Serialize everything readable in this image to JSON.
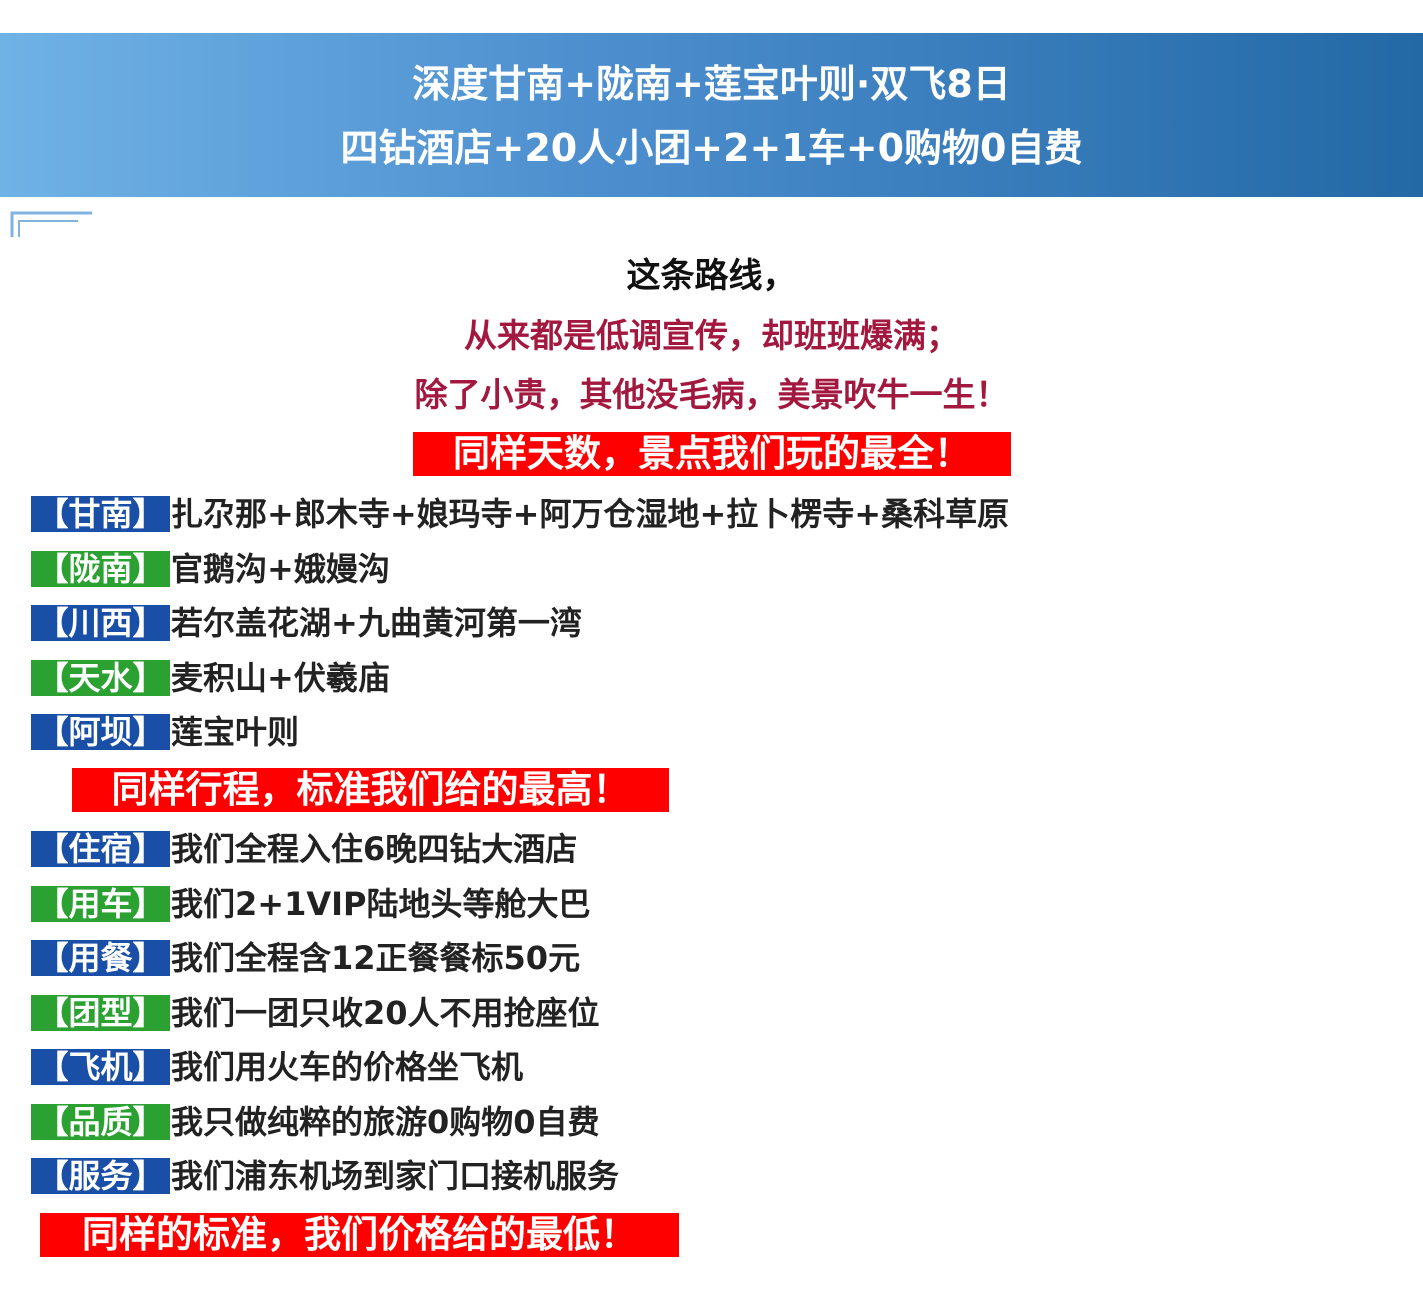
{
  "banner": {
    "title": "深度甘南+陇南+莲宝叶则·双飞8日",
    "subtitle": "四钻酒店+20人小团+2+1车+0购物0自费"
  },
  "intro": {
    "line1": "这条路线，",
    "line2": "从来都是低调宣传，却班班爆满；",
    "line3": "除了小贵，其他没毛病，美景吹牛一生！"
  },
  "highlights": {
    "h1": "同样天数，景点我们玩的最全！",
    "h2": "同样行程，标准我们给的最高！",
    "h3": "同样的标准，我们价格给的最低！"
  },
  "colors": {
    "tag_blue": "#1a4fa8",
    "tag_green": "#2aa131",
    "highlight_red": "#ff0000",
    "intro_red": "#a3183e"
  },
  "spots": [
    {
      "tag": "【甘南】",
      "text": "扎尕那+郎木寺+娘玛寺+阿万仓湿地+拉卜楞寺+桑科草原",
      "color": "blue"
    },
    {
      "tag": "【陇南】",
      "text": "官鹅沟+娥嫚沟",
      "color": "green"
    },
    {
      "tag": "【川西】",
      "text": "若尔盖花湖+九曲黄河第一湾",
      "color": "blue"
    },
    {
      "tag": "【天水】",
      "text": "麦积山+伏羲庙",
      "color": "green"
    },
    {
      "tag": "【阿坝】",
      "text": "莲宝叶则",
      "color": "blue"
    }
  ],
  "standards": [
    {
      "tag": "【住宿】",
      "text": "我们全程入住6晚四钻大酒店",
      "color": "blue"
    },
    {
      "tag": "【用车】",
      "text": "我们2+1VIP陆地头等舱大巴",
      "color": "green"
    },
    {
      "tag": "【用餐】",
      "text": "我们全程含12正餐餐标50元",
      "color": "blue"
    },
    {
      "tag": "【团型】",
      "text": "我们一团只收20人不用抢座位",
      "color": "green"
    },
    {
      "tag": "【飞机】",
      "text": "我们用火车的价格坐飞机",
      "color": "blue"
    },
    {
      "tag": "【品质】",
      "text": "我只做纯粹的旅游0购物0自费",
      "color": "green"
    },
    {
      "tag": "【服务】",
      "text": "我们浦东机场到家门口接机服务",
      "color": "blue"
    }
  ]
}
